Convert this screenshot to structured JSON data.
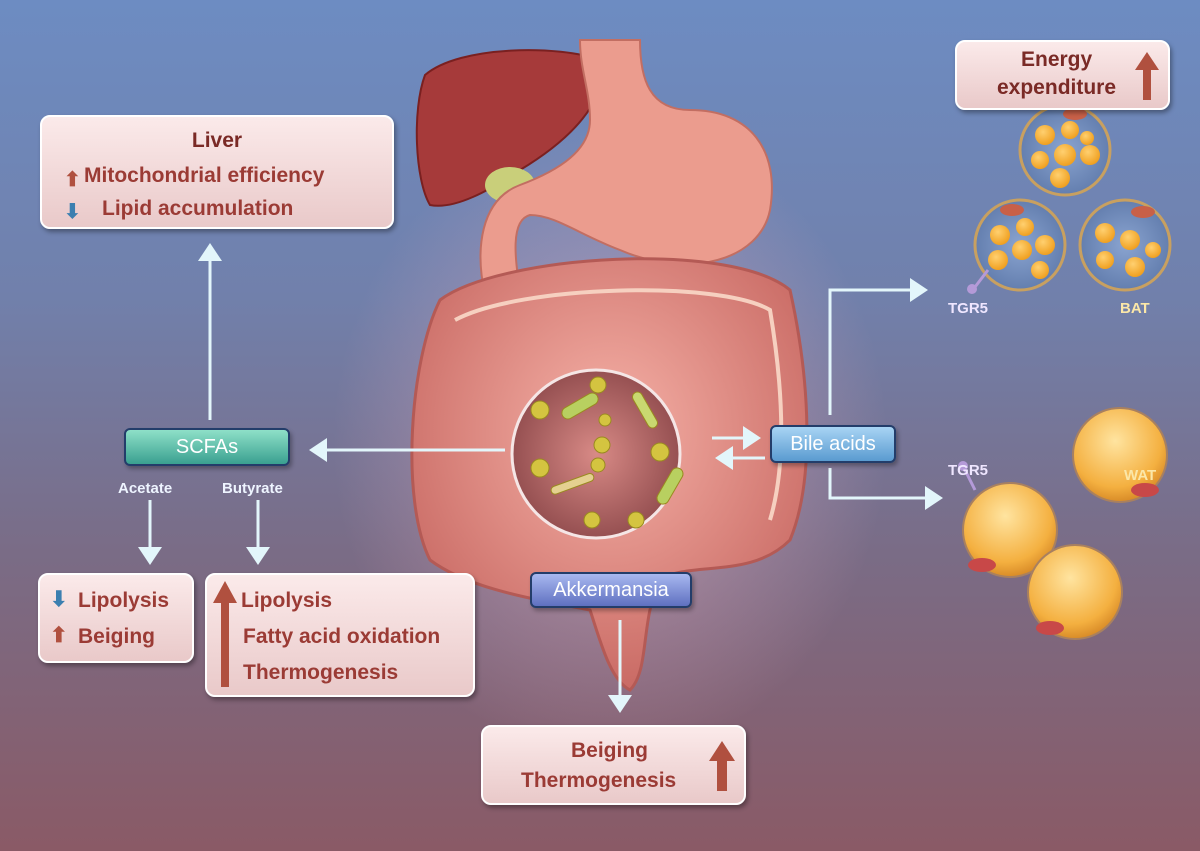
{
  "liver_box": {
    "title": "Liver",
    "items": [
      {
        "text": "Mitochondrial efficiency",
        "direction": "up"
      },
      {
        "text": "Lipid accumulation",
        "direction": "down"
      }
    ]
  },
  "scfas": {
    "label": "SCFAs",
    "branches": [
      "Acetate",
      "Butyrate"
    ]
  },
  "acetate_box": {
    "items": [
      {
        "text": "Lipolysis",
        "direction": "down"
      },
      {
        "text": "Beiging",
        "direction": "up"
      }
    ]
  },
  "butyrate_box": {
    "direction": "up",
    "items": [
      "Lipolysis",
      "Fatty acid oxidation",
      "Thermogenesis"
    ]
  },
  "akkermansia": {
    "label": "Akkermansia"
  },
  "akkermansia_box": {
    "items": [
      "Beiging",
      "Thermogenesis"
    ],
    "direction": "up"
  },
  "bile_acids": {
    "label": "Bile acids"
  },
  "energy_box": {
    "line1": "Energy",
    "line2": "expenditure",
    "direction": "up"
  },
  "bat": {
    "receptor": "TGR5",
    "label": "BAT"
  },
  "wat": {
    "receptor": "TGR5",
    "label": "WAT"
  },
  "colors": {
    "up_arrow": "#b0503f",
    "down_arrow": "#3b7fb0",
    "box_text": "#9b3b35",
    "scfa_tag": "#3fae9c",
    "bile_tag": "#5a9bd0",
    "akk_tag": "#6d7ec9",
    "connector": "#dff4fb"
  }
}
